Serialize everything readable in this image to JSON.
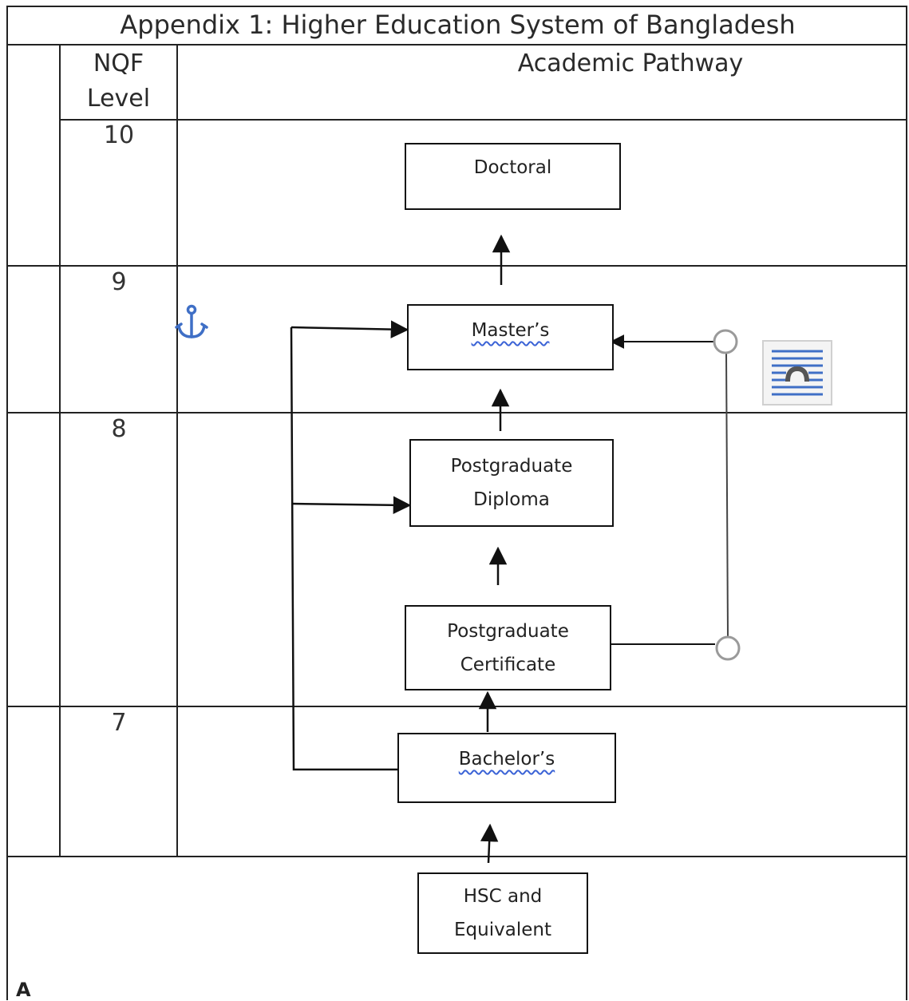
{
  "title": "Appendix 1: Higher Education System of Bangladesh",
  "headers": {
    "nqf": "NQF",
    "nqf_line2": "Level",
    "pathway": "Academic Pathway"
  },
  "levels": [
    "10",
    "9",
    "8",
    "7"
  ],
  "boxes": {
    "doctoral": "Doctoral",
    "masters": "Master’s",
    "pg_diploma_1": "Postgraduate",
    "pg_diploma_2": "Diploma",
    "pg_cert_1": "Postgraduate",
    "pg_cert_2": "Certificate",
    "bachelors": "Bachelor’s",
    "hsc_1": "HSC and",
    "hsc_2": "Equivalent"
  },
  "footer_mark": "A",
  "icons": [
    "anchor-icon",
    "layout-options-icon"
  ],
  "colors": {
    "line": "#111111",
    "grid": "#222222",
    "squiggle": "#3b63d6",
    "icon_blue": "#3f6fc6"
  }
}
